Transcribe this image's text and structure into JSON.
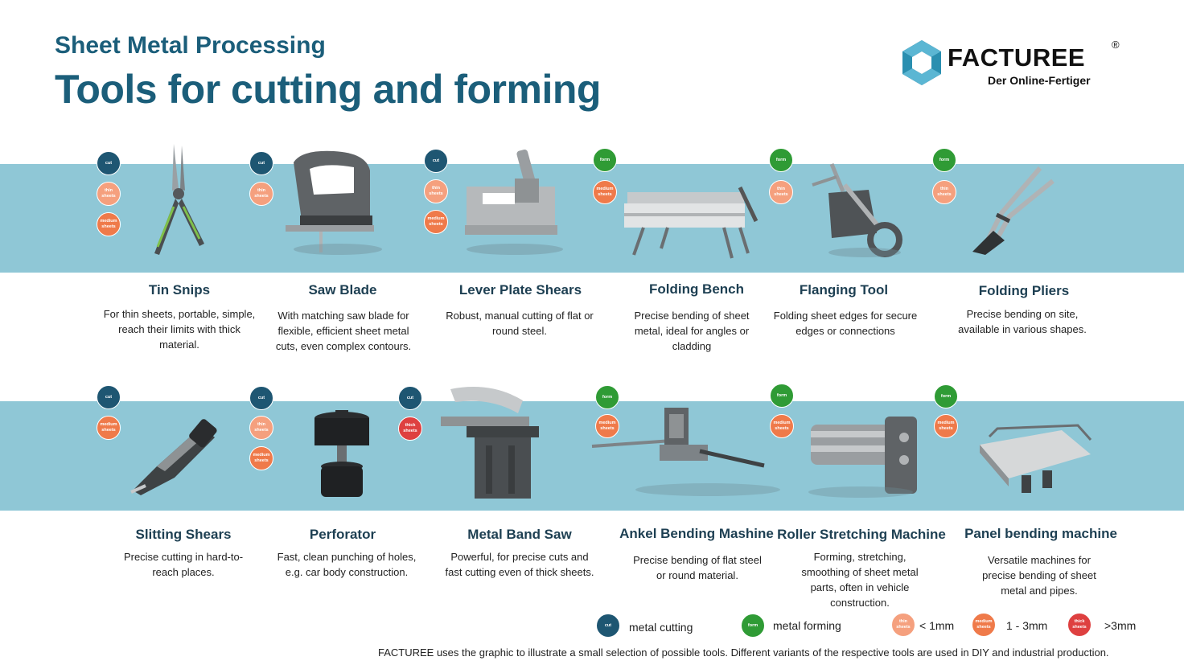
{
  "header": {
    "subtitle": "Sheet Metal Processing",
    "title": "Tools for cutting and forming"
  },
  "logo": {
    "name": "FACTUREE",
    "tagline": "Der Online-Fertiger",
    "reg": "®",
    "colors": [
      "#1b5e7a",
      "#2a8fb0",
      "#5bb6d3"
    ]
  },
  "colors": {
    "band": "#8fc7d6",
    "title": "#1b5e7a",
    "cut": "#1e5672",
    "form": "#2f9b35",
    "thin": "#f5a07e",
    "medium": "#ef7a4a",
    "thick": "#de4040"
  },
  "badge_text": {
    "cut": "cut",
    "form": "form",
    "thin": "thin sheets",
    "medium": "medium sheets",
    "thick": "thick sheets"
  },
  "tools": [
    {
      "name": "Tin Snips",
      "desc": "For thin sheets, portable, simple, reach their limits with thick material.",
      "icon": "tin-snips-icon"
    },
    {
      "name": "Saw Blade",
      "desc": "With matching saw blade for flexible, efficient sheet metal cuts, even complex contours.",
      "icon": "jigsaw-icon"
    },
    {
      "name": "Lever Plate Shears",
      "desc": "Robust, manual cutting of flat or round steel.",
      "icon": "lever-shears-icon"
    },
    {
      "name": "Folding Bench",
      "desc": "Precise bending of sheet metal, ideal for angles or cladding",
      "icon": "folding-bench-icon"
    },
    {
      "name": "Flanging Tool",
      "desc": "Folding sheet edges for secure edges or connections",
      "icon": "flanging-tool-icon"
    },
    {
      "name": "Folding Pliers",
      "desc": "Precise bending on site, available in various shapes.",
      "icon": "folding-pliers-icon"
    },
    {
      "name": "Slitting Shears",
      "desc": "Precise cutting in hard-to-reach places.",
      "icon": "slitting-shears-icon"
    },
    {
      "name": "Perforator",
      "desc": "Fast, clean punching of holes, e.g. car body construction.",
      "icon": "perforator-icon"
    },
    {
      "name": "Metal Band Saw",
      "desc": "Powerful, for precise cuts and fast cutting even of thick sheets.",
      "icon": "band-saw-icon"
    },
    {
      "name": "Ankel Bending Mashine",
      "desc": "Precise bending of flat steel or round material.",
      "icon": "angle-bender-icon"
    },
    {
      "name": "Roller Stretching Machine",
      "desc": "Forming, stretching, smoothing of sheet metal parts, often in vehicle construction.",
      "icon": "roller-machine-icon"
    },
    {
      "name": "Panel bending machine",
      "desc": "Versatile machines for precise bending of sheet metal and pipes.",
      "icon": "panel-bender-icon"
    }
  ],
  "legend": {
    "cut_label": "metal cutting",
    "form_label": "metal forming",
    "thin_label": "< 1mm",
    "medium_label": "1 - 3mm",
    "thick_label": ">3mm"
  },
  "footer": "FACTUREE uses the graphic to illustrate a small selection of possible tools. Different variants of the respective tools are used in DIY and industrial production."
}
